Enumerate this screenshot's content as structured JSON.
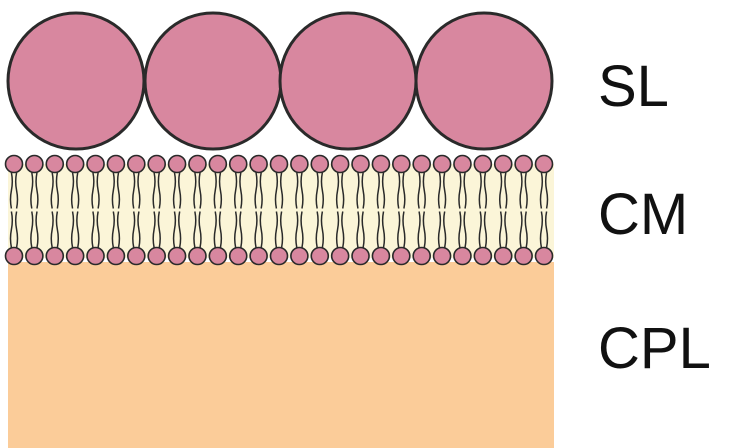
{
  "layers": [
    {
      "key": "sl",
      "label": "SL"
    },
    {
      "key": "cm",
      "label": "CM"
    },
    {
      "key": "cpl",
      "label": "CPL"
    }
  ],
  "colors": {
    "sl_sphere_fill": "#d8879f",
    "lipid_head_fill": "#d8879f",
    "membrane_core": "#fbf5d8",
    "cpl_fill": "#fbcc99",
    "outline": "#2a2a2a"
  }
}
